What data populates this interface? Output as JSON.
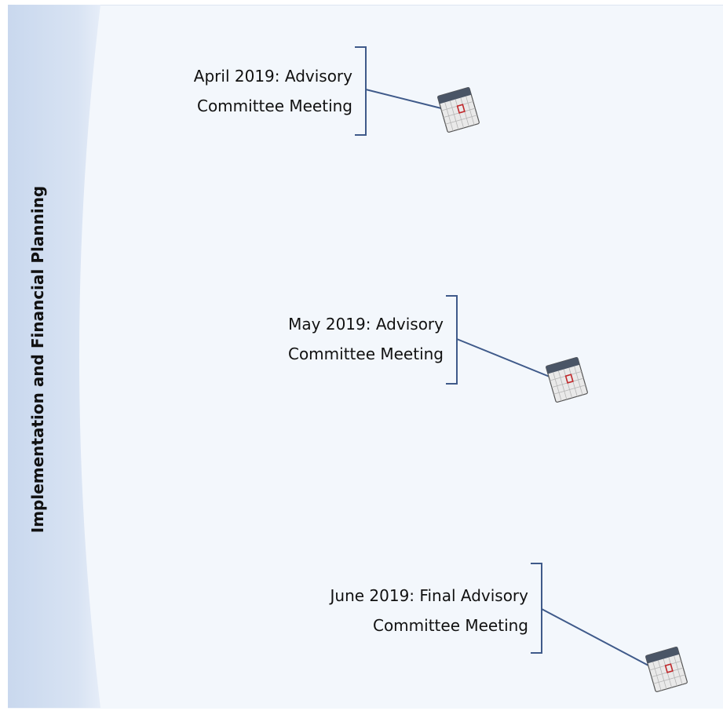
{
  "phase": {
    "label": "Implementation and Financial Planning"
  },
  "milestones": [
    {
      "line1": "April 2019:  Advisory",
      "line2": "Committee Meeting",
      "icon": "calendar-icon"
    },
    {
      "line1": "May 2019:  Advisory",
      "line2": "Committee Meeting",
      "icon": "calendar-icon"
    },
    {
      "line1": "June 2019:  Final Advisory",
      "line2": "Committee Meeting",
      "icon": "calendar-icon"
    }
  ],
  "colors": {
    "background": "#f3f7fc",
    "band": "#cddbef",
    "connector": "#3f5a8a",
    "calendar_header": "#4a5566",
    "calendar_body": "#eeeeee",
    "calendar_marker": "#c0282b"
  }
}
